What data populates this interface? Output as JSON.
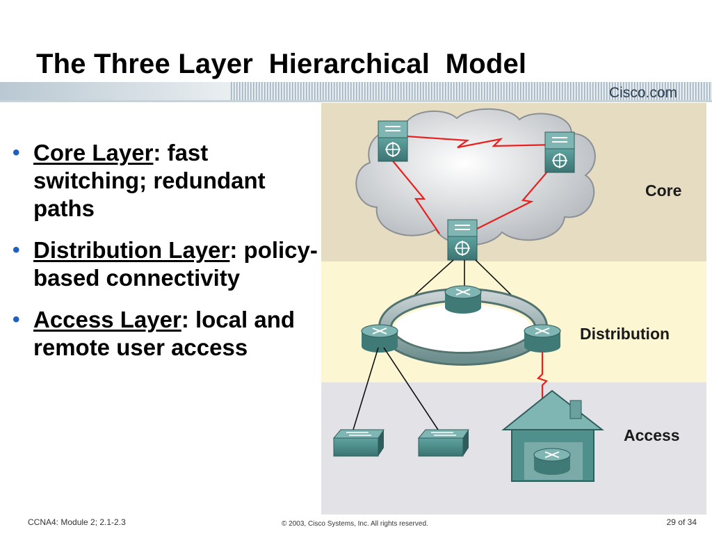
{
  "slide": {
    "title": "The Three Layer  Hierarchical  Model",
    "brand": "Cisco.com"
  },
  "bullets": [
    {
      "term": "Core Layer",
      "rest": ": fast switching; redundant paths"
    },
    {
      "term": "Distribution Layer",
      "rest": ": policy-based connectivity"
    },
    {
      "term": "Access Layer",
      "rest": ": local and remote user access"
    }
  ],
  "diagram": {
    "layers": [
      {
        "label": "Core",
        "color": "#e6dcc2"
      },
      {
        "label": "Distribution",
        "color": "#fcf6d3"
      },
      {
        "label": "Access",
        "color": "#e3e3e7"
      }
    ],
    "link_color": "#e8201e",
    "device_color": "#4f8f8c"
  },
  "footer": {
    "left": "CCNA4: Module 2; 2.1-2.3",
    "center": "© 2003, Cisco Systems, Inc. All rights reserved.",
    "right": "29 of 34"
  }
}
